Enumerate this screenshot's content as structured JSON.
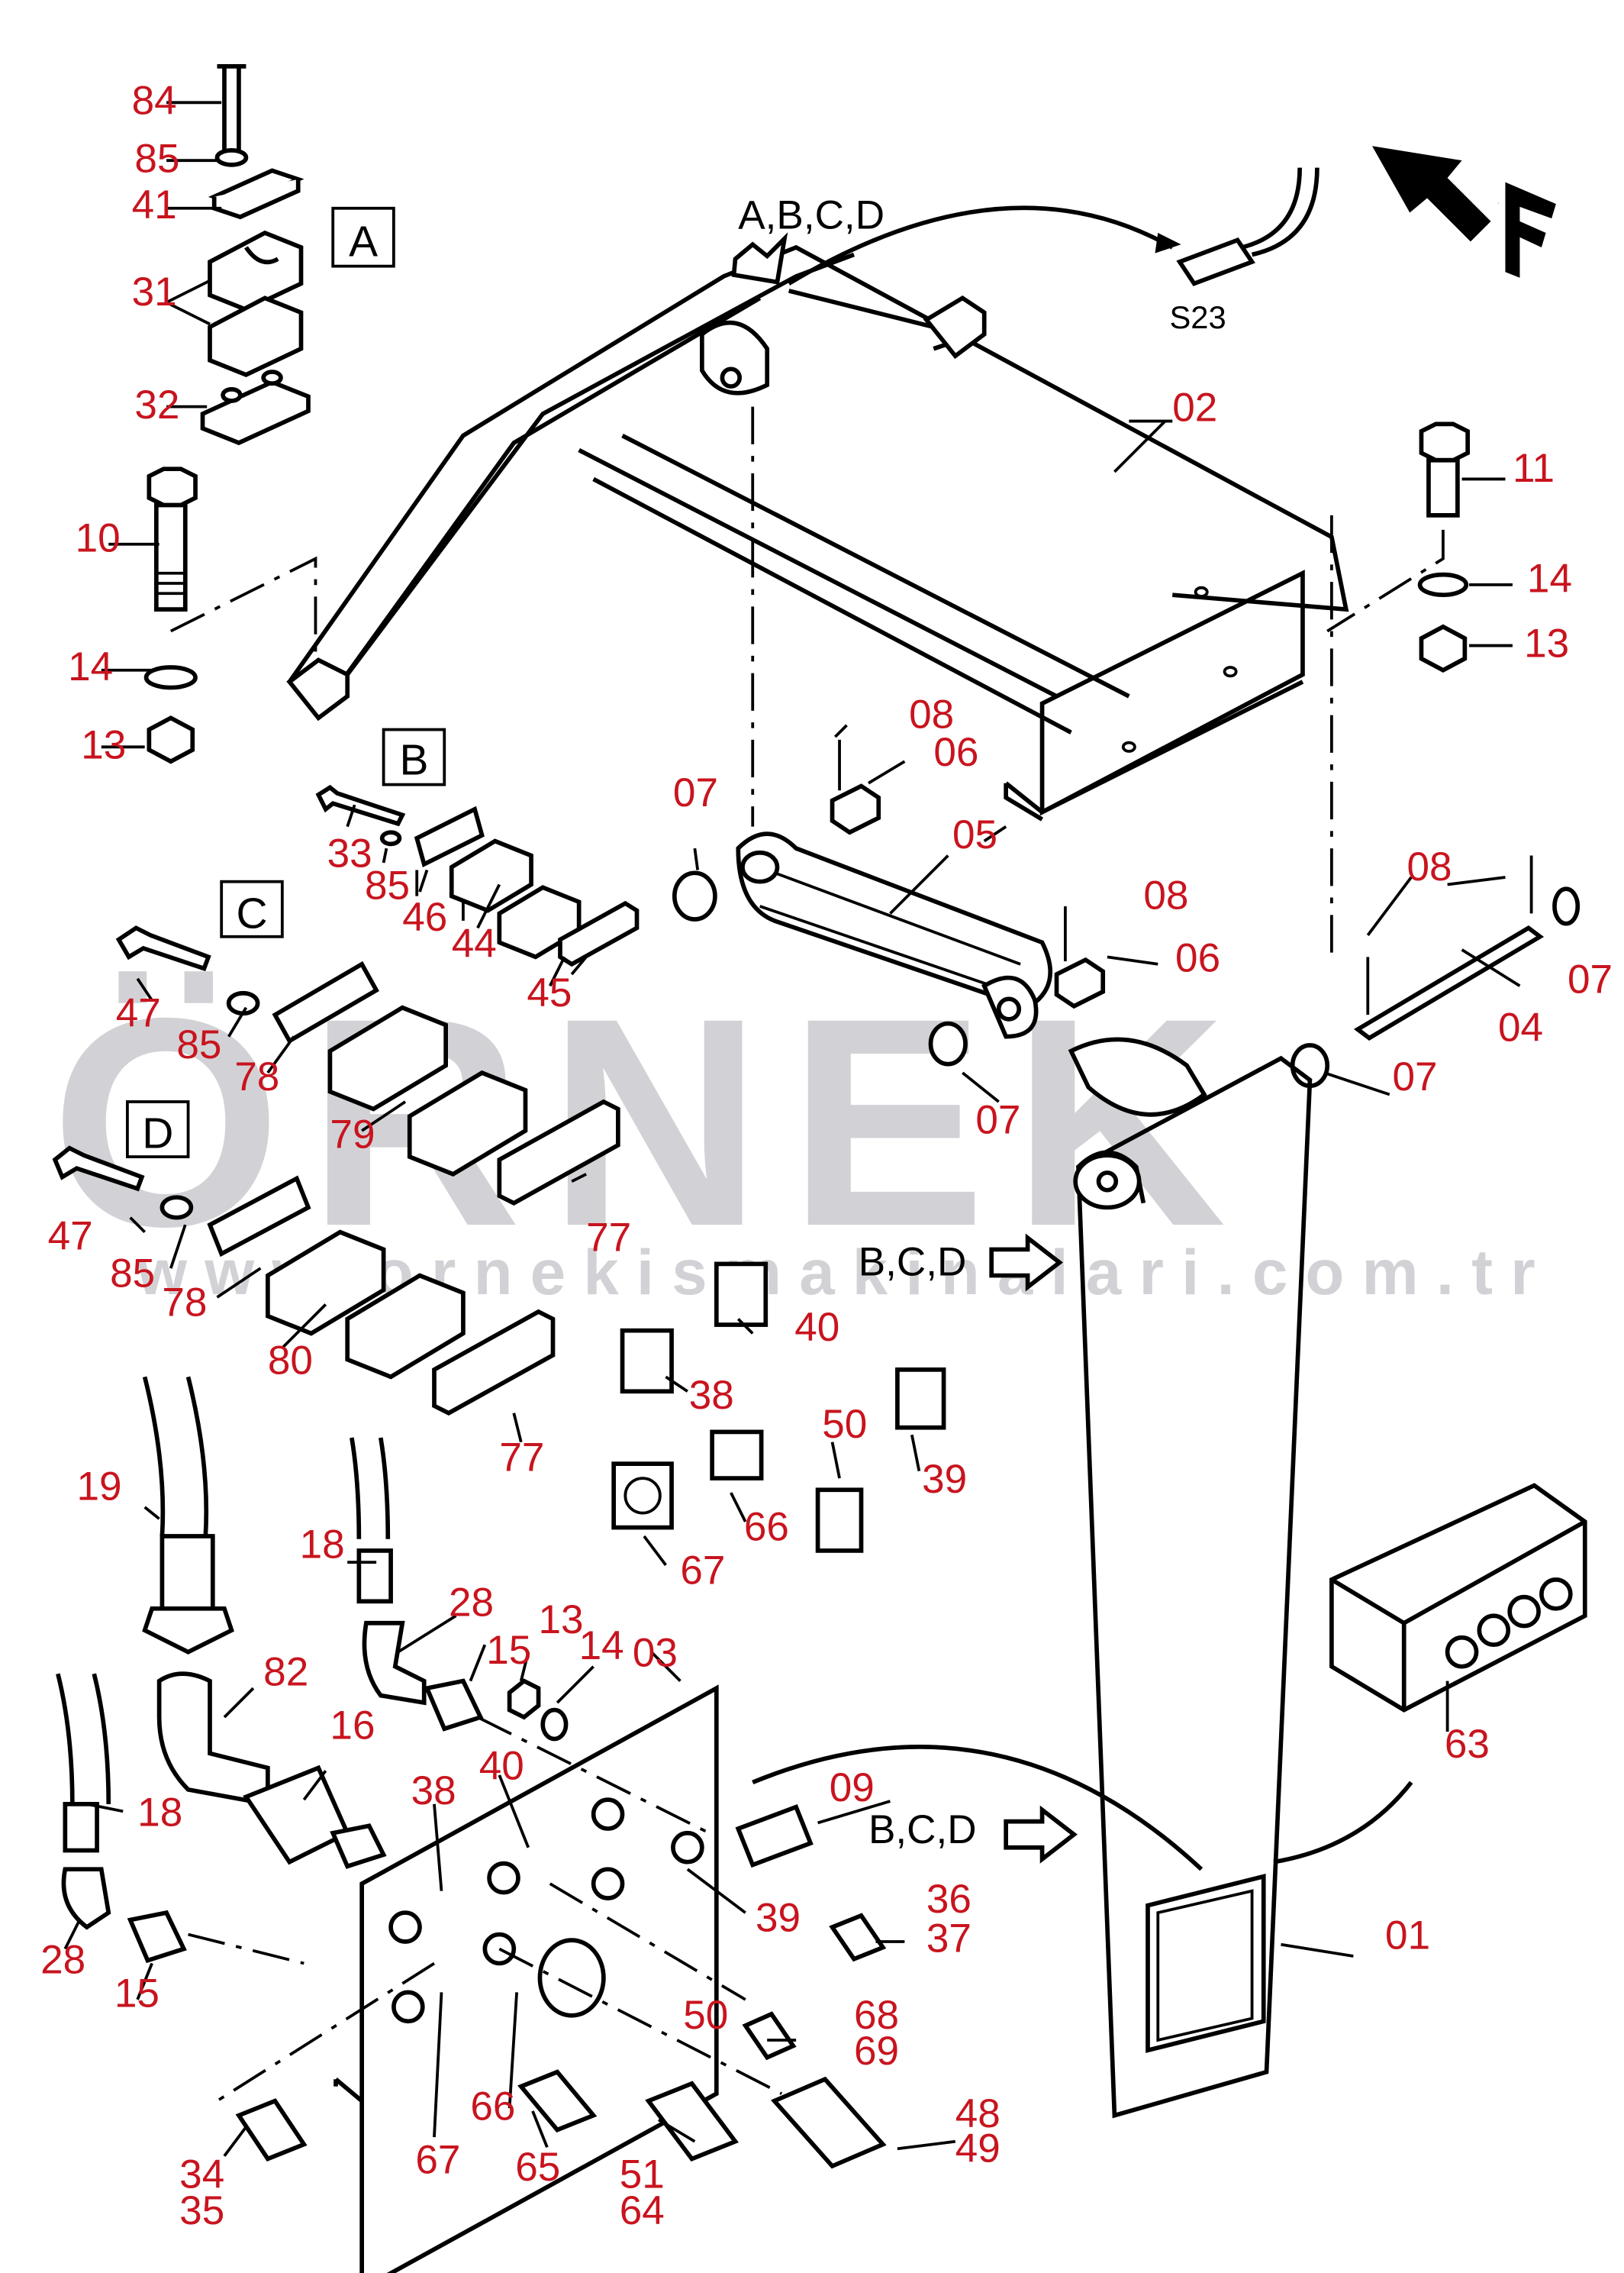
{
  "watermark": {
    "brand": "ÖRNEK",
    "url": "w w w . o r n e k i s m a k i n a l a r i . c o m . t r"
  },
  "detail_labels": {
    "a": "A",
    "b": "B",
    "c": "C",
    "d": "D",
    "top_callout": "A,B,C,D",
    "bcd_upper": "B,C,D",
    "bcd_lower": "B,C,D",
    "sensor": "S23",
    "direction": "F"
  },
  "part_numbers": {
    "p84": "84",
    "p85a": "85",
    "p41": "41",
    "p31": "31",
    "p32": "32",
    "p10": "10",
    "p14a": "14",
    "p13a": "13",
    "p02": "02",
    "p11": "11",
    "p14b": "14",
    "p13b": "13",
    "p33": "33",
    "p85b": "85",
    "p46": "46",
    "p44": "44",
    "p45": "45",
    "p47a": "47",
    "p85c": "85",
    "p78a": "78",
    "p79": "79",
    "p77a": "77",
    "p47b": "47",
    "p85d": "85",
    "p78b": "78",
    "p80": "80",
    "p77b": "77",
    "p08a": "08",
    "p06a": "06",
    "p07a": "07",
    "p05": "05",
    "p08b": "08",
    "p06b": "06",
    "p07b": "07",
    "p08c": "08",
    "p07c": "07",
    "p04": "04",
    "p07d": "07",
    "p40a": "40",
    "p38a": "38",
    "p50a": "50",
    "p39a": "39",
    "p66a": "66",
    "p67a": "67",
    "p19": "19",
    "p18a": "18",
    "p28a": "28",
    "p82": "82",
    "p13c": "13",
    "p15a": "15",
    "p14c": "14",
    "p03": "03",
    "p16": "16",
    "p40b": "40",
    "p38b": "38",
    "p09": "09",
    "p39b": "39",
    "p18b": "18",
    "p28b": "28",
    "p15b": "15",
    "p36": "36",
    "p37": "37",
    "p50b": "50",
    "p68": "68",
    "p69": "69",
    "p48": "48",
    "p49": "49",
    "p51": "51",
    "p64": "64",
    "p65": "65",
    "p66b": "66",
    "p67b": "67",
    "p34": "34",
    "p35": "35",
    "p63": "63",
    "p01": "01"
  }
}
